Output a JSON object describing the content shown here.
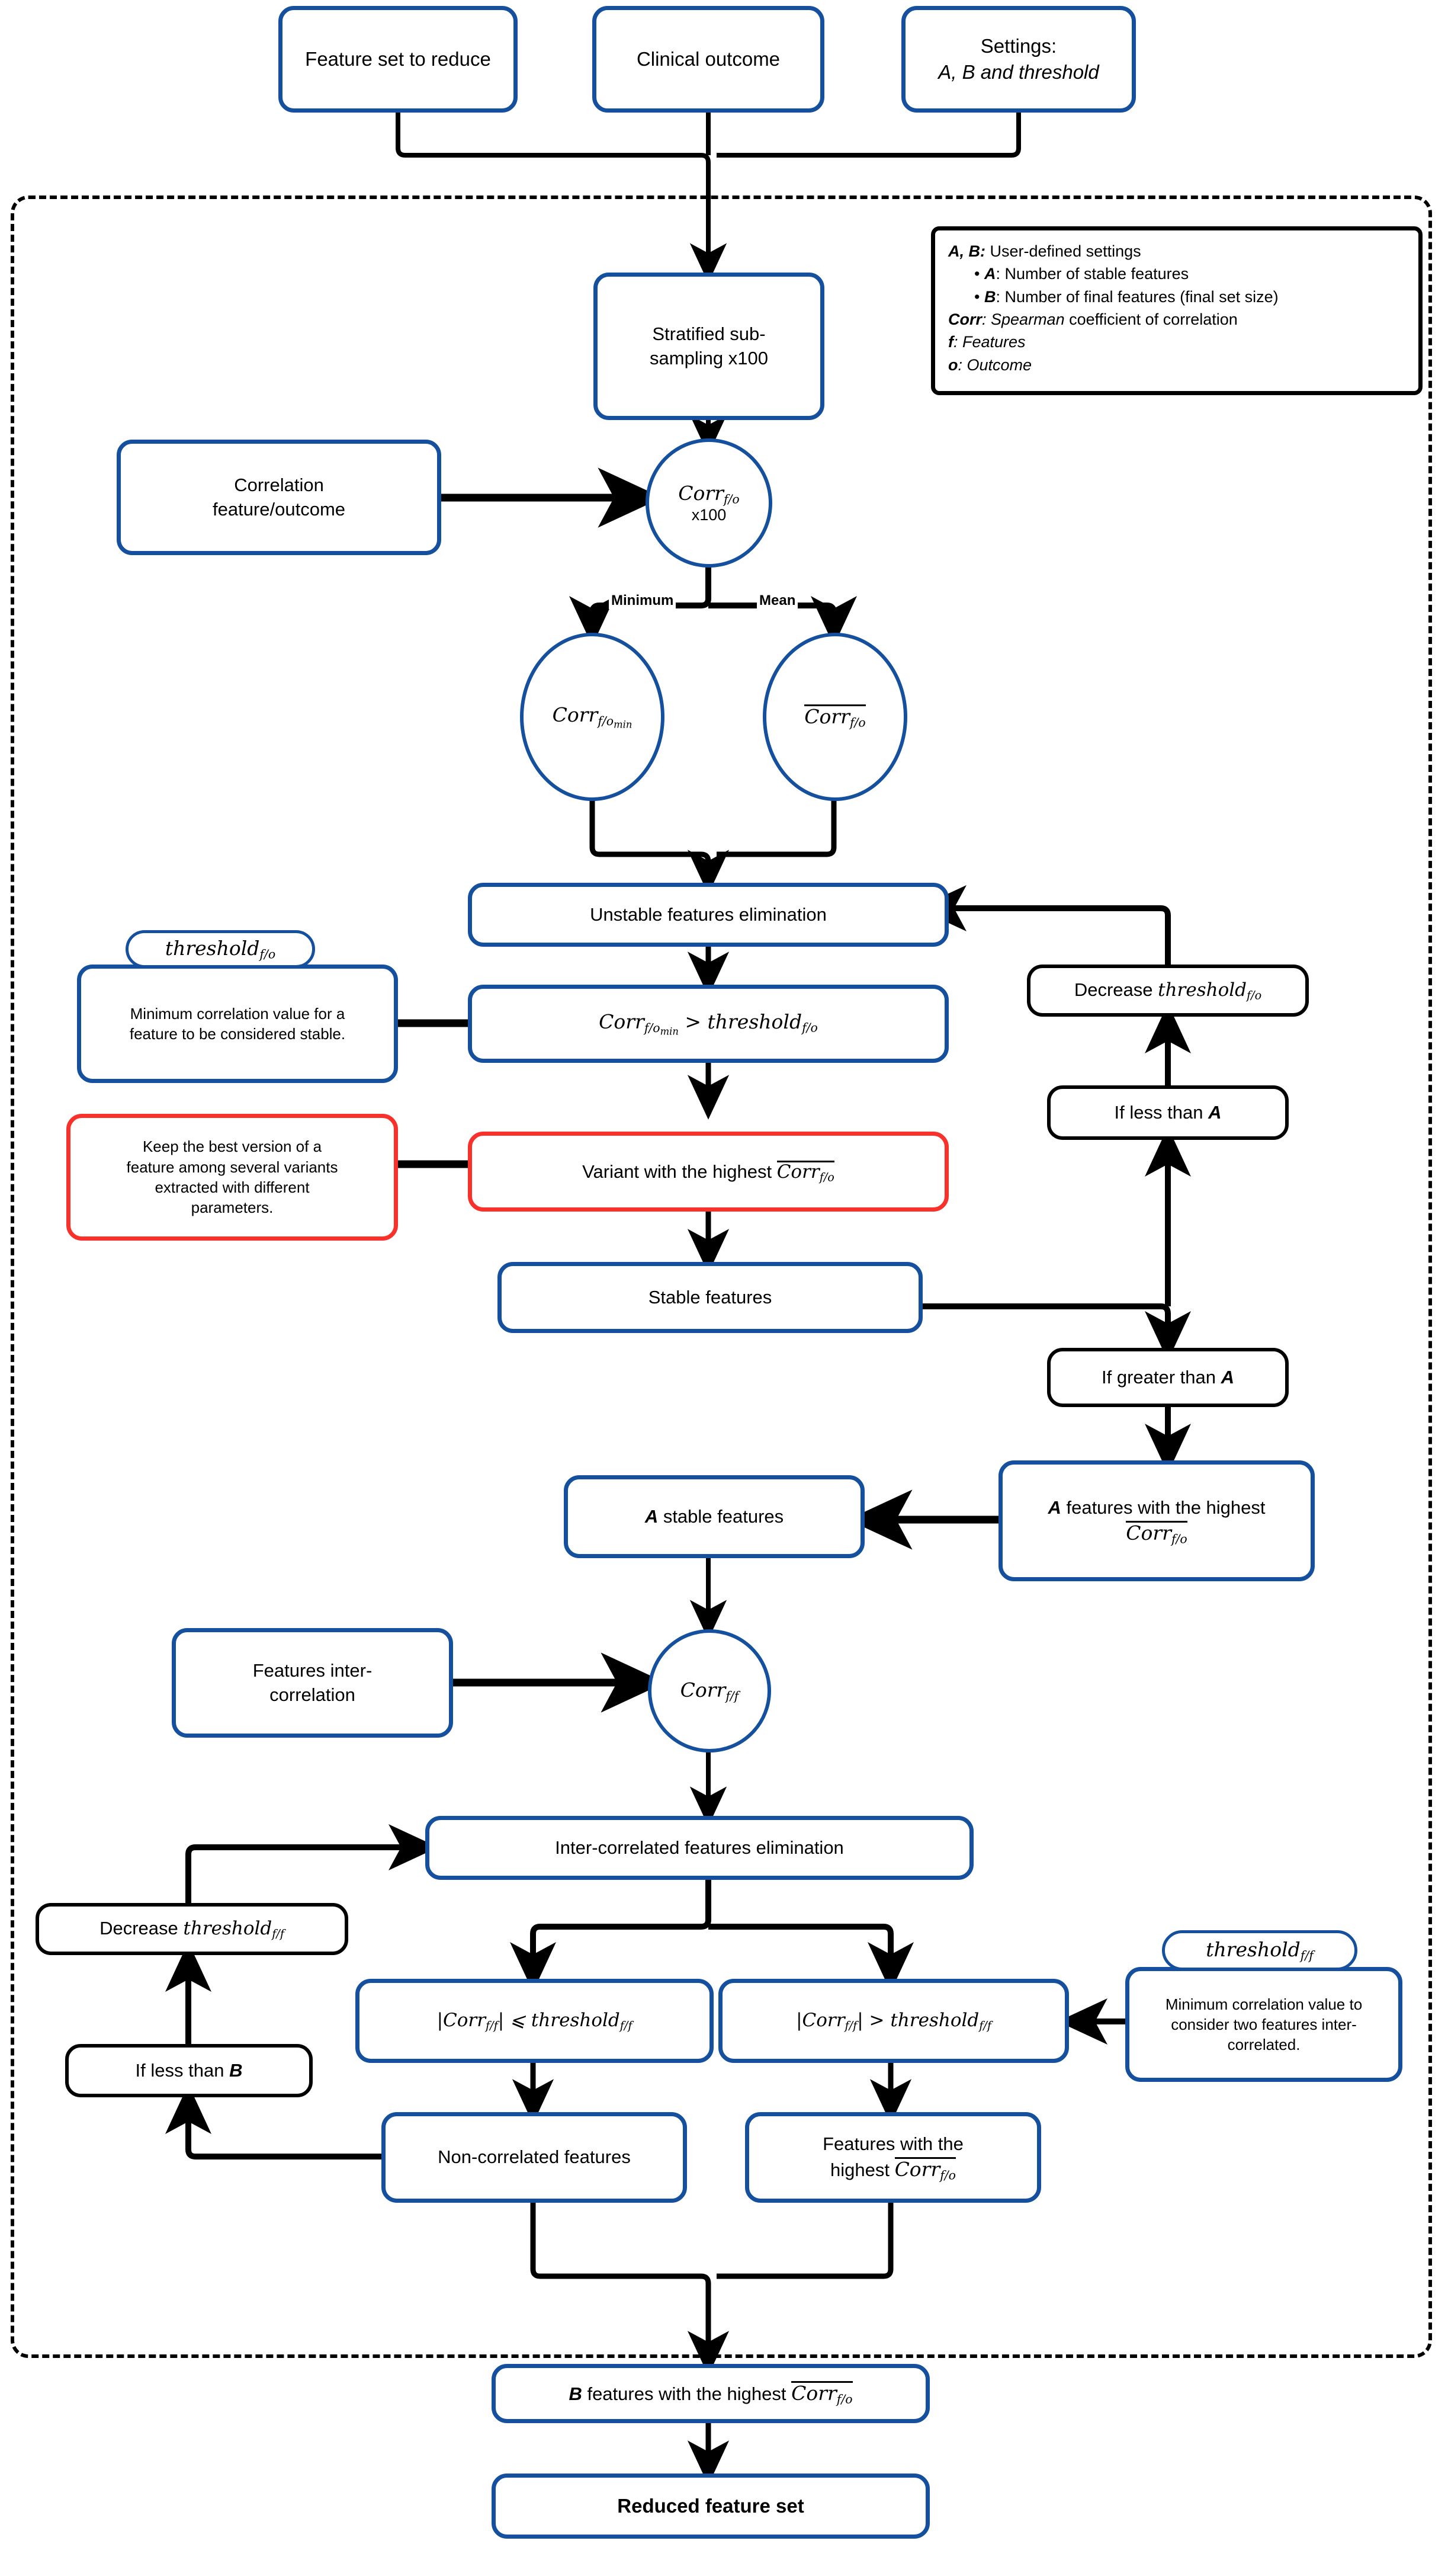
{
  "colors": {
    "blue": "#14509E",
    "red": "#F8312A",
    "black": "#000000",
    "background": "#FFFFFF"
  },
  "legend": {
    "line1_bold": "A, B:",
    "line1_rest": " User-defined settings",
    "bullet_a_bold": "A",
    "bullet_a_rest": ": Number of stable features",
    "bullet_b_bold": "B",
    "bullet_b_rest": ": Number of final features (final set size)",
    "line_corr_bold": "Corr",
    "line_corr_rest_it": ": Spearman",
    "line_corr_rest": " coefficient of correlation",
    "line_f_bold": "f",
    "line_f_rest": ": Features",
    "line_o_bold": "o",
    "line_o_rest": ": Outcome"
  },
  "inputs": {
    "feature_set": "Feature set to reduce",
    "clinical_outcome": "Clinical outcome",
    "settings_line1": "Settings:",
    "settings_line2": "A, B and threshold"
  },
  "nodes": {
    "subsampling_l1": "Stratified sub-",
    "subsampling_l2": "sampling x100",
    "corr_fo_main": "Corr",
    "corr_fo_main_sub": "f/o",
    "corr_fo_main_x100": "x100",
    "correlation_feature_outcome_l1": "Correlation",
    "correlation_feature_outcome_l2": "feature/outcome",
    "branch_minimum": "Minimum",
    "branch_mean": "Mean",
    "corr_fo_min": "Corr",
    "corr_fo_min_sub": "f/o",
    "corr_fo_min_subsub": "min",
    "corr_fo_mean": "Corr",
    "corr_fo_mean_sub": "f/o",
    "unstable_elimination": "Unstable features elimination",
    "threshold_fo_tag": "threshold",
    "threshold_fo_tag_sub": "f/o",
    "threshold_fo_desc_l1": "Minimum correlation value for a",
    "threshold_fo_desc_l2": "feature to be considered stable.",
    "cond_corr_gt_threshold_left": "Corr",
    "cond_corr_gt_threshold_left_sub": "f/o",
    "cond_corr_gt_threshold_left_subsub": "min",
    "cond_corr_gt_threshold_op": " > ",
    "cond_corr_gt_threshold_right": "threshold",
    "cond_corr_gt_threshold_right_sub": "f/o",
    "variant_note_l1": "Keep the best version of a",
    "variant_note_l2": "feature among several variants",
    "variant_note_l3": "extracted with different",
    "variant_note_l4": "parameters.",
    "variant_highest_pre": "Variant with the highest ",
    "variant_highest_corr": "Corr",
    "variant_highest_corr_sub": "f/o",
    "stable_features": "Stable features",
    "decrease_threshold_fo_pre": "Decrease ",
    "decrease_threshold_fo_math": "threshold",
    "decrease_threshold_fo_sub": "f/o",
    "if_less_than_a_pre": "If less than ",
    "if_less_than_a_var": "A",
    "if_greater_than_a_pre": "If greater than ",
    "if_greater_than_a_var": "A",
    "a_features_highest_var": "A",
    "a_features_highest_rest": " features with the highest",
    "a_features_highest_corr": "Corr",
    "a_features_highest_corr_sub": "f/o",
    "a_stable_features_var": "A",
    "a_stable_features_rest": " stable features",
    "features_intercorrelation_l1": "Features inter-",
    "features_intercorrelation_l2": "correlation",
    "corr_ff": "Corr",
    "corr_ff_sub": "f/f",
    "intercorrelated_elimination": "Inter-correlated features elimination",
    "cond_le_left": "|Corr",
    "cond_le_left_sub": "f/f",
    "cond_le_op": "| ⩽ ",
    "cond_le_right": "threshold",
    "cond_le_right_sub": "f/f",
    "cond_gt_left": "|Corr",
    "cond_gt_left_sub": "f/f",
    "cond_gt_op": "| > ",
    "cond_gt_right": "threshold",
    "cond_gt_right_sub": "f/f",
    "threshold_ff_tag": "threshold",
    "threshold_ff_tag_sub": "f/f",
    "threshold_ff_desc_l1": "Minimum correlation value to",
    "threshold_ff_desc_l2": "consider two features inter-",
    "threshold_ff_desc_l3": "correlated.",
    "decrease_threshold_ff_pre": "Decrease ",
    "decrease_threshold_ff_math": "threshold",
    "decrease_threshold_ff_sub": "f/f",
    "if_less_than_b_pre": "If less than ",
    "if_less_than_b_var": "B",
    "non_correlated_features": "Non-correlated features",
    "features_highest_l1": "Features with the",
    "features_highest_l2_pre": "highest ",
    "features_highest_corr": "Corr",
    "features_highest_corr_sub": "f/o",
    "b_features_highest_var": "B",
    "b_features_highest_rest": " features with the highest ",
    "b_features_highest_corr": "Corr",
    "b_features_highest_corr_sub": "f/o",
    "reduced_feature_set": "Reduced feature set"
  }
}
